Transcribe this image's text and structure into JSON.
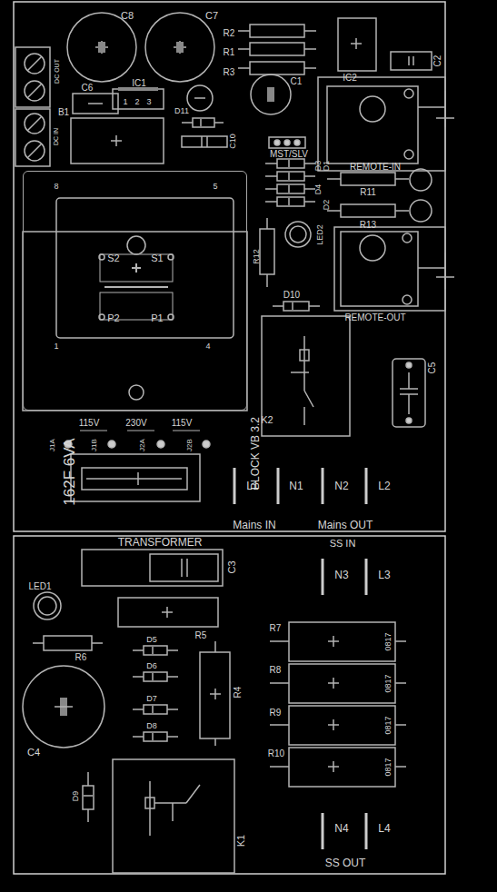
{
  "diagram": {
    "nodes": [
      {
        "text": [
          "162F 6VA",
          "BLOCK VB 3.2",
          "TRANSFORMER"
        ]
      }
    ],
    "labels": [
      "C8",
      "C7",
      "R2",
      "R1",
      "R3",
      "IC2",
      "C2",
      "C6",
      "IC1",
      "1",
      "2",
      "3",
      "C1",
      "B1",
      "D11",
      "C10",
      "MST/SLV",
      "REMOTE-IN",
      "D1",
      "D2",
      "D3",
      "D4",
      "R11",
      "R13",
      "LED2",
      "R12",
      "D10",
      "REMOTE-OUT",
      "C5",
      "K2",
      "8",
      "5",
      "1",
      "4",
      "S2",
      "S1",
      "P2",
      "P1",
      "J1A",
      "115V",
      "J1B",
      "230V",
      "J2A",
      "115V",
      "J2B",
      "L1",
      "N1",
      "N2",
      "L2",
      "Mains IN",
      "Mains OUT",
      "SS IN",
      "C3",
      "N3",
      "L3",
      "LED1",
      "R7",
      "R8",
      "R9",
      "R10",
      "0817",
      "0817",
      "0817",
      "0817",
      "R6",
      "R5",
      "D5",
      "D6",
      "D7",
      "D8",
      "R4",
      "C4",
      "D9",
      "K1",
      "N4",
      "L4",
      "SS OUT",
      "DC OUT",
      "DC IN"
    ]
  }
}
